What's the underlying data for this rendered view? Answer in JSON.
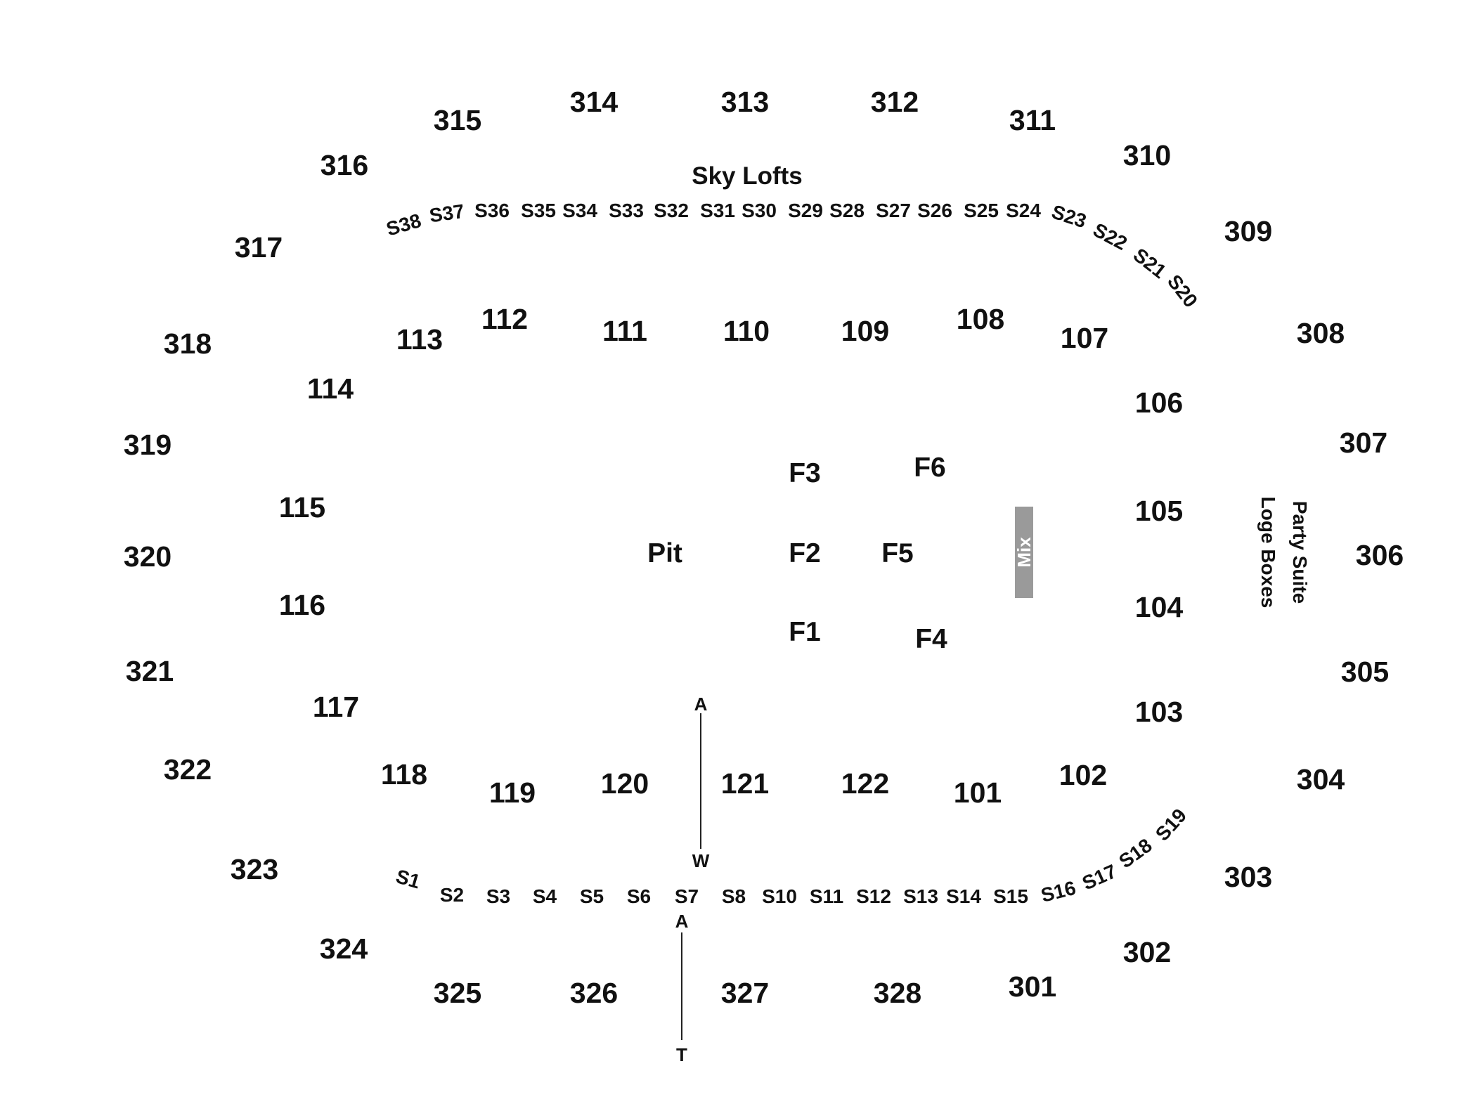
{
  "colors": {
    "text": "#111111",
    "background": "#ffffff",
    "mix_box": "#9a9a9a"
  },
  "labels": {
    "sky_lofts": "Sky Lofts",
    "pit": "Pit",
    "mix": "Mix",
    "party_suite": "Party Suite",
    "loge_boxes": "Loge Boxes"
  },
  "sections_300": {
    "s301": "301",
    "s302": "302",
    "s303": "303",
    "s304": "304",
    "s305": "305",
    "s306": "306",
    "s307": "307",
    "s308": "308",
    "s309": "309",
    "s310": "310",
    "s311": "311",
    "s312": "312",
    "s313": "313",
    "s314": "314",
    "s315": "315",
    "s316": "316",
    "s317": "317",
    "s318": "318",
    "s319": "319",
    "s320": "320",
    "s321": "321",
    "s322": "322",
    "s323": "323",
    "s324": "324",
    "s325": "325",
    "s326": "326",
    "s327": "327",
    "s328": "328"
  },
  "sections_100": {
    "s101": "101",
    "s102": "102",
    "s103": "103",
    "s104": "104",
    "s105": "105",
    "s106": "106",
    "s107": "107",
    "s108": "108",
    "s109": "109",
    "s110": "110",
    "s111": "111",
    "s112": "112",
    "s113": "113",
    "s114": "114",
    "s115": "115",
    "s116": "116",
    "s117": "117",
    "s118": "118",
    "s119": "119",
    "s120": "120",
    "s121": "121",
    "s122": "122"
  },
  "floor": {
    "f1": "F1",
    "f2": "F2",
    "f3": "F3",
    "f4": "F4",
    "f5": "F5",
    "f6": "F6"
  },
  "suites": {
    "s1": "S1",
    "s2": "S2",
    "s3": "S3",
    "s4": "S4",
    "s5": "S5",
    "s6": "S6",
    "s7": "S7",
    "s8": "S8",
    "s10": "S10",
    "s11": "S11",
    "s12": "S12",
    "s13": "S13",
    "s14": "S14",
    "s15": "S15",
    "s16": "S16",
    "s17": "S17",
    "s18": "S18",
    "s19": "S19",
    "s20": "S20",
    "s21": "S21",
    "s22": "S22",
    "s23": "S23",
    "s24": "S24",
    "s25": "S25",
    "s26": "S26",
    "s27": "S27",
    "s28": "S28",
    "s29": "S29",
    "s30": "S30",
    "s31": "S31",
    "s32": "S32",
    "s33": "S33",
    "s34": "S34",
    "s35": "S35",
    "s36": "S36",
    "s37": "S37",
    "s38": "S38"
  },
  "aisles": {
    "upper_top": "A",
    "upper_bottom": "W",
    "lower_top": "A",
    "lower_bottom": "T"
  }
}
